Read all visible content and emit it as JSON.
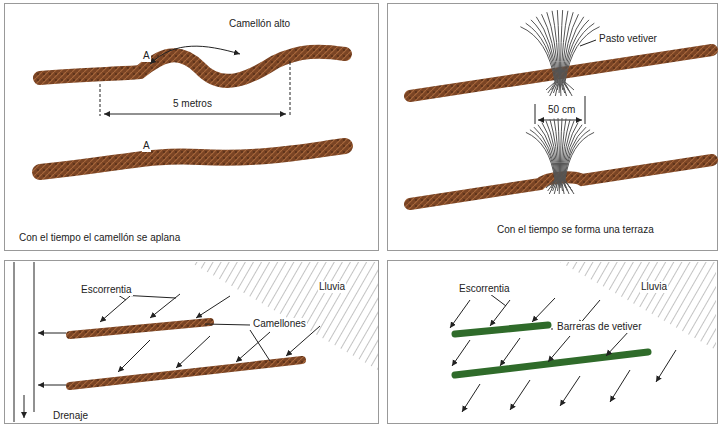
{
  "diagram": {
    "labels": [
      "A",
      "Camellón alto",
      "5 metros",
      "A",
      "Con el tiempo el camellón se aplana",
      "Pasto vetiver",
      "50 cm",
      "Con el tiempo se forma una terraza",
      "Escorrentia",
      "Lluvia",
      "Camellones",
      "Drenaje",
      "Escorrentia",
      "Lluvia",
      "Barreras de vetiver"
    ]
  }
}
